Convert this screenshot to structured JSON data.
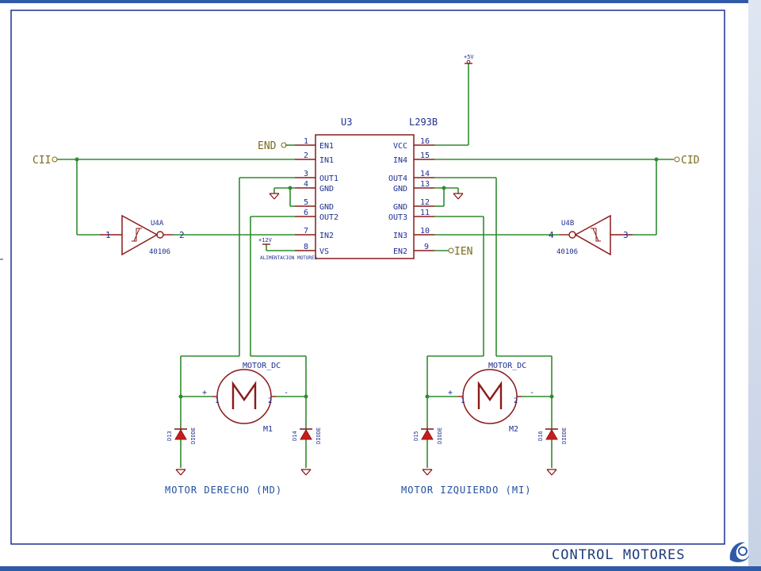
{
  "footer": {
    "title": "CONTROL MOTORES",
    "logo_icon": "swirl-logo-icon"
  },
  "colors": {
    "wire": "#2e8b2e",
    "component": "#8b1a1a",
    "pin_text": "#1f2f8f",
    "label_text": "#1f4fa0",
    "border": "#1f2f8f",
    "net_label": "#7a6a1a"
  },
  "chip": {
    "ref": "U3",
    "part": "L293B",
    "left_pins": [
      {
        "num": "1",
        "name": "EN1"
      },
      {
        "num": "2",
        "name": "IN1"
      },
      {
        "num": "3",
        "name": "OUT1"
      },
      {
        "num": "4",
        "name": "GND"
      },
      {
        "num": "5",
        "name": "GND"
      },
      {
        "num": "6",
        "name": "OUT2"
      },
      {
        "num": "7",
        "name": "IN2"
      },
      {
        "num": "8",
        "name": "VS"
      }
    ],
    "right_pins": [
      {
        "num": "16",
        "name": "VCC"
      },
      {
        "num": "15",
        "name": "IN4"
      },
      {
        "num": "14",
        "name": "OUT4"
      },
      {
        "num": "13",
        "name": "GND"
      },
      {
        "num": "12",
        "name": "GND"
      },
      {
        "num": "11",
        "name": "OUT3"
      },
      {
        "num": "10",
        "name": "IN3"
      },
      {
        "num": "9",
        "name": "EN2"
      }
    ]
  },
  "nets": {
    "cii": "CII",
    "cid": "CID",
    "end": "END",
    "ien": "IEN",
    "vcc_top": "+5V",
    "vs": "+12V",
    "vs_note": "ALIMENTACION MOTORES"
  },
  "inverters": [
    {
      "ref": "U4A",
      "part": "40106",
      "in_pin": "1",
      "out_pin": "2"
    },
    {
      "ref": "U4B",
      "part": "40106",
      "in_pin": "3",
      "out_pin": "4"
    }
  ],
  "motors": [
    {
      "ref": "M1",
      "type": "MOTOR_DC",
      "caption": "MOTOR DERECHO (MD)",
      "pin1": "1",
      "pin2": "2",
      "plus": "+",
      "minus": "-"
    },
    {
      "ref": "M2",
      "type": "MOTOR_DC",
      "caption": "MOTOR IZQUIERDO (MI)",
      "pin1": "1",
      "pin2": "2",
      "plus": "+",
      "minus": "-"
    }
  ],
  "diodes": [
    {
      "ref": "D13",
      "type": "DIODE"
    },
    {
      "ref": "D14",
      "type": "DIODE"
    },
    {
      "ref": "D15",
      "type": "DIODE"
    },
    {
      "ref": "D16",
      "type": "DIODE"
    }
  ]
}
